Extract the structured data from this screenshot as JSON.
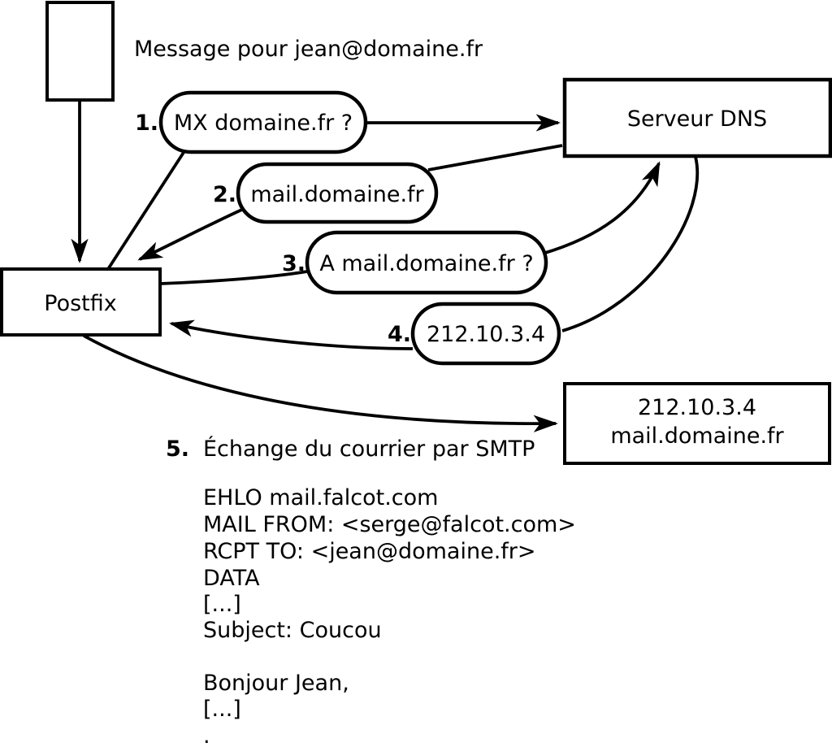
{
  "diagram": {
    "title_note": "Message pour jean@domaine.fr",
    "nodes": {
      "postfix": {
        "label": "Postfix"
      },
      "dns": {
        "label": "Serveur DNS"
      },
      "mail_server": {
        "line1": "212.10.3.4",
        "line2": "mail.domaine.fr"
      }
    },
    "steps": [
      {
        "num": "1.",
        "label": "MX domaine.fr ?"
      },
      {
        "num": "2.",
        "label": "mail.domaine.fr"
      },
      {
        "num": "3.",
        "label": "A mail.domaine.fr ?"
      },
      {
        "num": "4.",
        "label": "212.10.3.4"
      },
      {
        "num": "5.",
        "label": "Échange du courrier par SMTP"
      }
    ],
    "smtp_session": {
      "lines": [
        "EHLO mail.falcot.com",
        "MAIL FROM: <serge@falcot.com>",
        "RCPT TO: <jean@domaine.fr>",
        "DATA",
        "[...]",
        "Subject: Coucou",
        "",
        "Bonjour Jean,",
        "[...]",
        "."
      ]
    },
    "colors": {
      "stroke": "#000000",
      "background": "#ffffff"
    }
  }
}
